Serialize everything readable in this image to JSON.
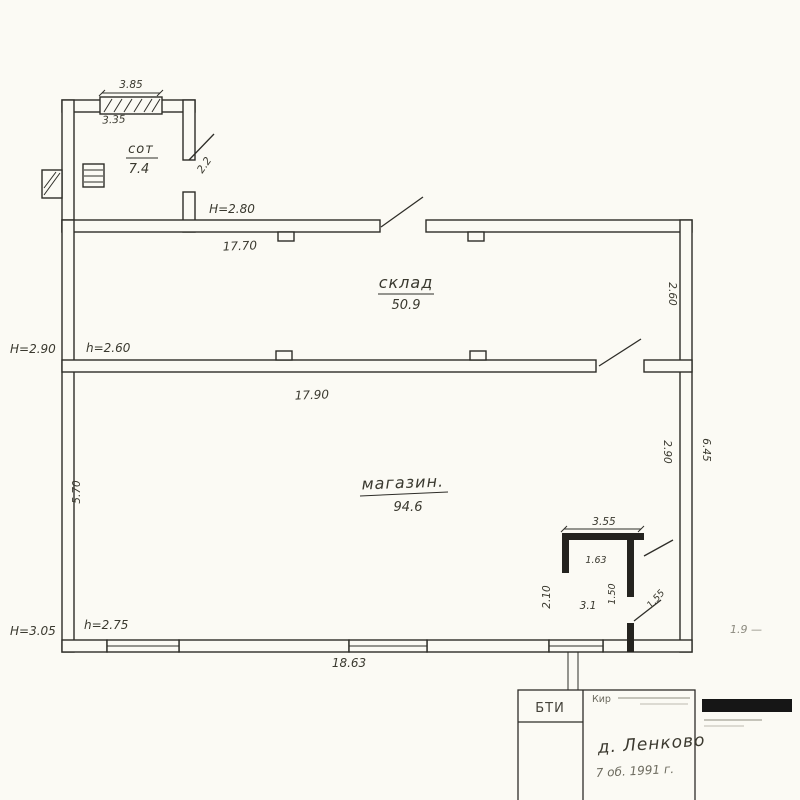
{
  "plan": {
    "annex": {
      "name": "сот",
      "area": "7.4",
      "dim_top": "3.85",
      "dim_inner": "3.35",
      "door_dim": "2.2",
      "height_note": "Н=2.80"
    },
    "sklad": {
      "name": "склад",
      "area": "50.9",
      "dim_width": "17.70",
      "dim_right": "2.60"
    },
    "floor_upper": {
      "height": "Н=2.90",
      "ceiling": "h=2.60"
    },
    "magazin": {
      "name": "магазин.",
      "area": "94.6",
      "dim_width": "17.90",
      "dim_left": "5.70",
      "dim_right_inner": "2.90",
      "dim_right_outer": "6.45",
      "dim_bottom": "18.63"
    },
    "floor_lower": {
      "height": "Н=3.05",
      "ceiling": "h=2.75"
    },
    "back_rooms": {
      "dim_top": "3.55",
      "dim_small": "1.63",
      "dim_inner_v": "1.50",
      "dim_left_v": "2.10",
      "dim_area": "3.1",
      "dim_door": "1.55"
    },
    "margin_note": "1.9 —"
  },
  "title_block": {
    "org": "БТИ",
    "stamp": "Кир",
    "settlement": "д. Ленково",
    "date_line": "7 об. 1991 г."
  }
}
